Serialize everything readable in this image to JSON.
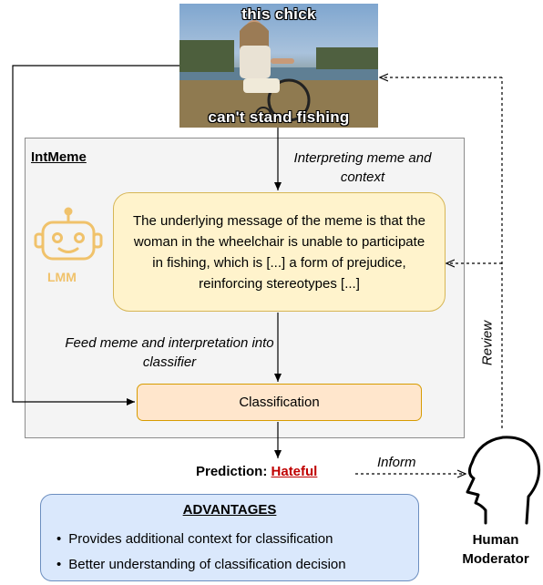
{
  "meme": {
    "top_caption": "this chick",
    "bottom_caption": "can't stand fishing"
  },
  "panel": {
    "title": "IntMeme",
    "lmm_label": "LMM"
  },
  "labels": {
    "interpreting": "Interpreting meme and context",
    "feed": "Feed meme and interpretation into classifier",
    "review": "Review",
    "inform": "Inform"
  },
  "interpretation_text": "The underlying message of the meme is that the woman in the wheelchair is unable to participate in fishing, which is [...] a form of prejudice, reinforcing stereotypes [...]",
  "classification_label": "Classification",
  "prediction": {
    "label": "Prediction:",
    "value": "Hateful"
  },
  "advantages": {
    "title": "ADVANTAGES",
    "items": [
      "Provides additional context for classification",
      "Better understanding of classification decision"
    ]
  },
  "moderator": {
    "line1": "Human",
    "line2": "Moderator"
  },
  "colors": {
    "interpretation_fill": "#fff3cc",
    "interpretation_border": "#d6b656",
    "classification_fill": "#ffe6cc",
    "classification_border": "#d79b00",
    "advantages_fill": "#dae8fc",
    "advantages_border": "#6c8ebf",
    "panel_fill": "#f4f4f4",
    "lmm_icon": "#f0c26b",
    "hateful": "#c00000"
  }
}
